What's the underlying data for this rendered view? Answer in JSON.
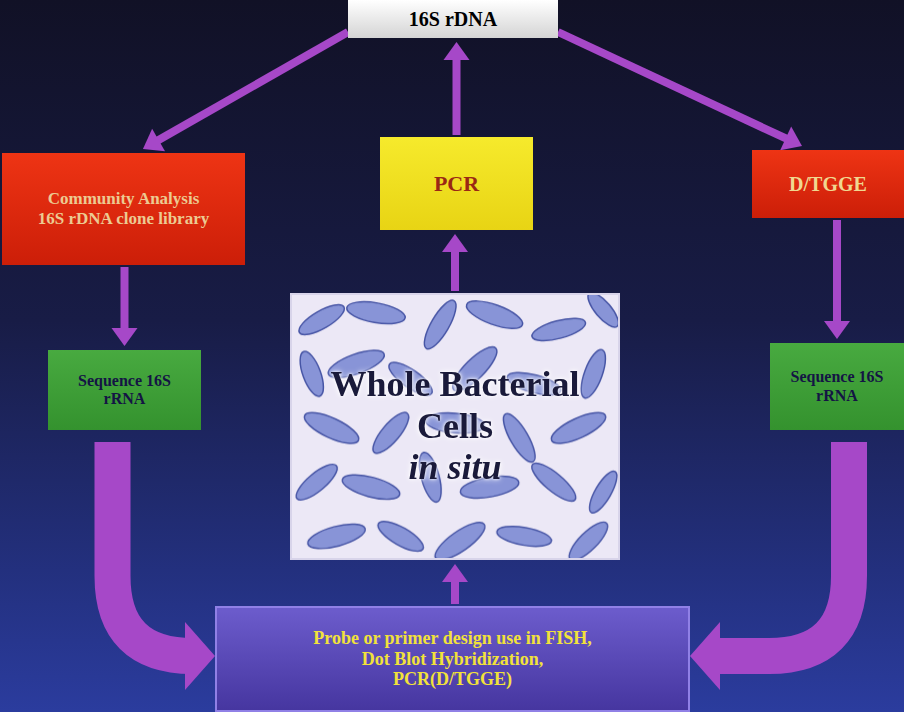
{
  "diagram": {
    "nodes": [
      {
        "text": [
          "16S rDNA"
        ]
      },
      {
        "text": [
          "Community Analysis 16S rDNA clone library"
        ]
      },
      {
        "text": [
          "PCR"
        ]
      },
      {
        "text": [
          "D/TGGE"
        ]
      },
      {
        "text": [
          "Sequence 16S rRNA"
        ]
      },
      {
        "text": [
          "Whole Bacterial Cells",
          "in situ"
        ]
      },
      {
        "text": [
          "Sequence 16S rRNA"
        ]
      },
      {
        "text": [
          "Probe or primer design use in FISH, Dot Blot Hybridization, PCR(D/TGGE)"
        ]
      }
    ],
    "edges": [
      {
        "from": 0,
        "to": 1,
        "arrow": "to"
      },
      {
        "from": 0,
        "to": 3,
        "arrow": "to"
      },
      {
        "from": 2,
        "to": 0,
        "arrow": "to"
      },
      {
        "from": 5,
        "to": 2,
        "arrow": "to"
      },
      {
        "from": 1,
        "to": 4,
        "arrow": "to"
      },
      {
        "from": 3,
        "to": 6,
        "arrow": "to"
      },
      {
        "from": 7,
        "to": 5,
        "arrow": "to"
      },
      {
        "from": 4,
        "to": 7,
        "arrow": "to"
      },
      {
        "from": 6,
        "to": 7,
        "arrow": "to"
      }
    ]
  }
}
